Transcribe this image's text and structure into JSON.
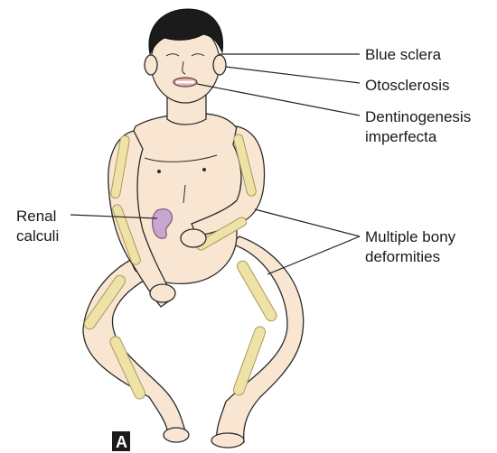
{
  "panel_label": "A",
  "labels": {
    "blue_sclera": "Blue sclera",
    "otosclerosis": "Otosclerosis",
    "dentinogenesis_line1": "Dentinogenesis",
    "dentinogenesis_line2": "imperfecta",
    "renal_line1": "Renal",
    "renal_line2": "calculi",
    "bony_line1": "Multiple bony",
    "bony_line2": "deformities"
  },
  "colors": {
    "skin": "#f8e6d3",
    "bone": "#efe2a6",
    "hair": "#1b1b1b",
    "kidney": "#c9a6cf"
  }
}
